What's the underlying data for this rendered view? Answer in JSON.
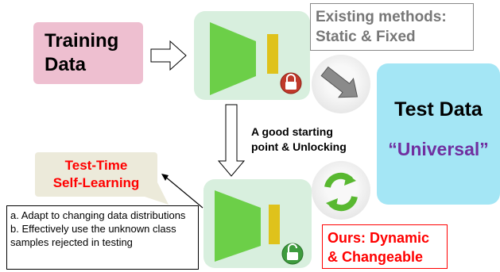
{
  "training": {
    "label_line1": "Training",
    "label_line2": "Data"
  },
  "existing": {
    "line1": "Existing methods:",
    "line2": "Static & Fixed"
  },
  "test_data": {
    "title": "Test Data",
    "subtitle": "“Universal”"
  },
  "transition": {
    "line1": "A good starting",
    "line2": "point & Unlocking"
  },
  "self_learning": {
    "line1": "Test-Time",
    "line2": "Self-Learning"
  },
  "benefits": {
    "items": [
      "a. Adapt to changing data distributions",
      "b. Effectively use the unknown class samples rejected in testing"
    ]
  },
  "ours": {
    "line1": "Ours: Dynamic",
    "line2": "& Changeable"
  },
  "colors": {
    "training_bg": "#eebfd0",
    "model_bg": "#d8efde",
    "model_shape": "#6ccf48",
    "model_bar": "#dfc21b",
    "test_bg": "#a4e6f5",
    "universal_text": "#7030a0",
    "lock_red": "#c0392b",
    "lock_green": "#3e9b3e",
    "ours_text": "#ff0000",
    "existing_text": "#777777"
  },
  "icons": {
    "lock_closed": "lock-closed-icon",
    "lock_open": "lock-open-icon",
    "refresh": "refresh-cycle-icon",
    "arrow_right": "outline-arrow-right",
    "arrow_down": "outline-arrow-down",
    "arrow_gray": "gray-arrow-diagonal"
  }
}
